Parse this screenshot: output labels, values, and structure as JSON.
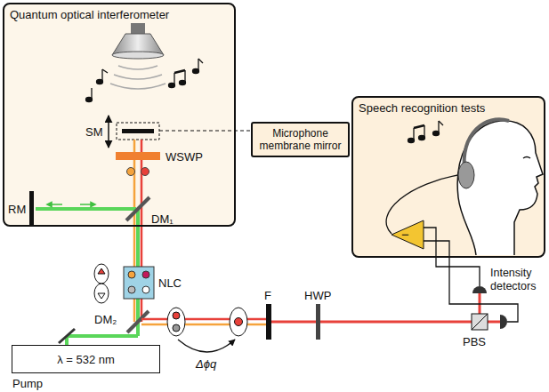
{
  "diagram": {
    "nodes": [
      {
        "text": [
          "Quantum optical interferometer"
        ]
      },
      {
        "text": [
          "Microphone membrane mirror"
        ]
      },
      {
        "text": [
          "Speech recognition tests"
        ]
      },
      {
        "text": [
          "λ = 532 nm"
        ]
      }
    ],
    "labels": [
      "SM",
      "WSWP",
      "RM",
      "DM₁",
      "NLC",
      "DM₂",
      "Pump",
      "F",
      "HWP",
      "PBS",
      "Intensity detectors",
      "Δϕq",
      "−"
    ]
  }
}
